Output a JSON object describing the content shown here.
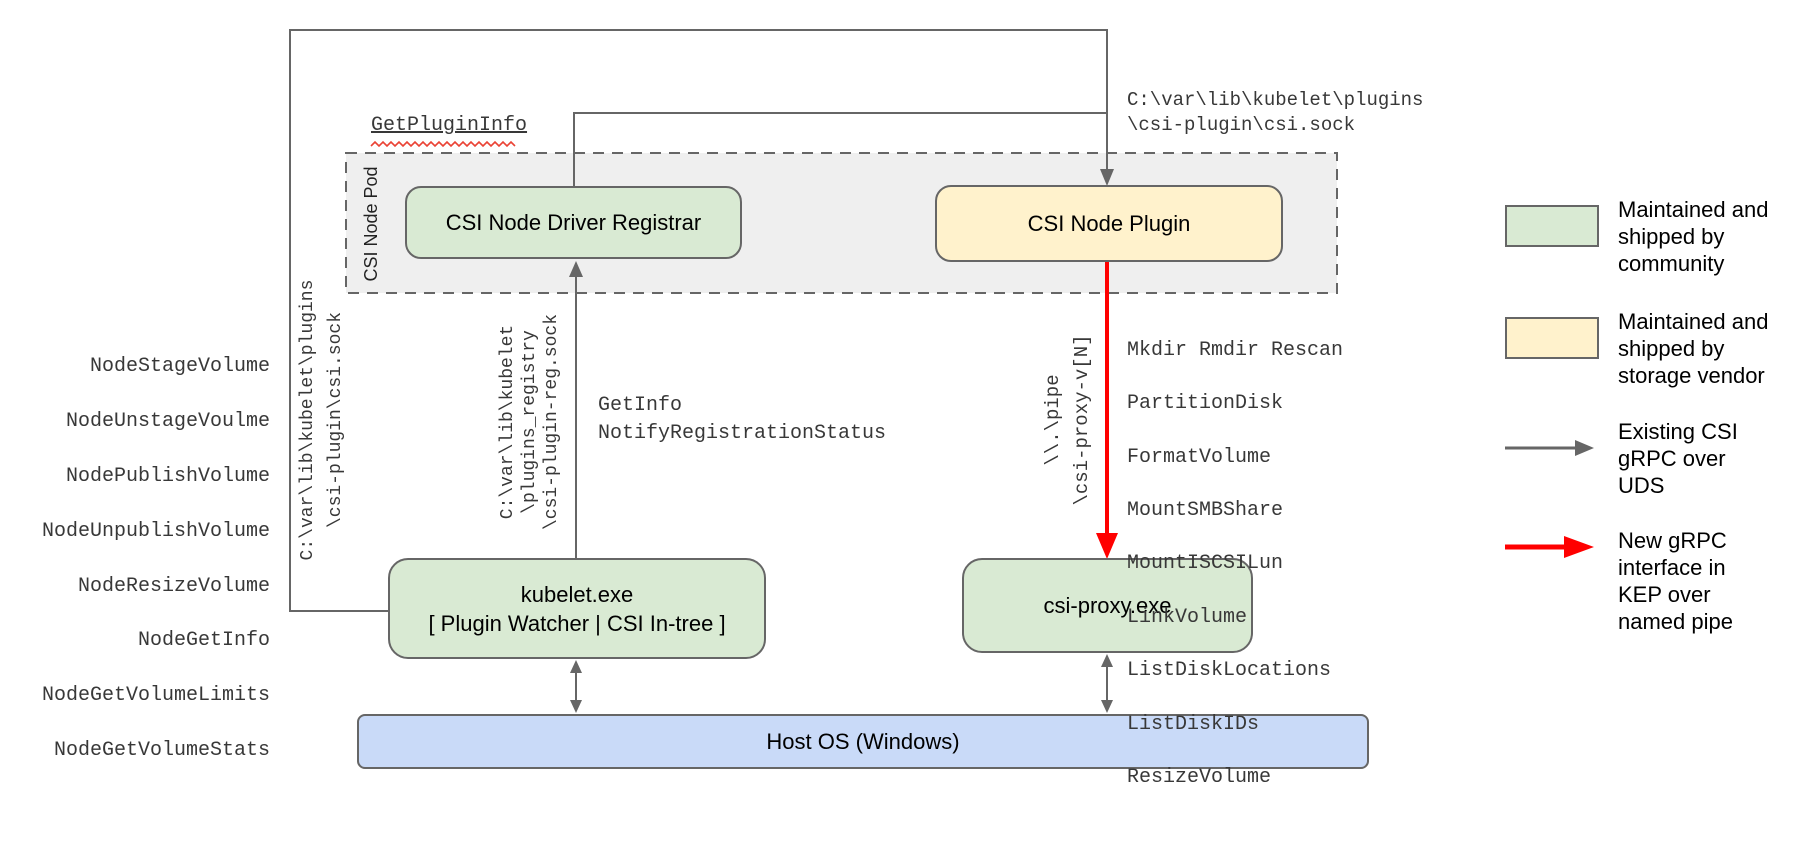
{
  "diagram": {
    "pod": {
      "label": "CSI Node Pod"
    },
    "boxes": {
      "registrar": {
        "label": "CSI Node Driver Registrar"
      },
      "plugin": {
        "label": "CSI Node Plugin"
      },
      "kubelet": {
        "line1": "kubelet.exe",
        "line2": "[ Plugin Watcher | CSI In-tree ]"
      },
      "csi_proxy": {
        "label": "csi-proxy.exe"
      },
      "host_os": {
        "label": "Host OS (Windows)"
      }
    },
    "annotations": {
      "get_plugin_info": "GetPluginInfo",
      "csi_sock_right": "C:\\var\\lib\\kubelet\\plugins\n\\csi-plugin\\csi.sock",
      "csi_sock_left": "C:\\var\\lib\\kubelet\\plugins\n\\csi-plugin\\csi.sock",
      "registration_sock": "C:\\var\\lib\\kubelet\n\\plugins_registry\n\\csi-plugin-reg.sock",
      "registration_calls": "GetInfo\nNotifyRegistrationStatus",
      "named_pipe": "\\\\.\\pipe\n\\csi-proxy-v[N]",
      "node_calls": {
        "items": [
          "NodeStageVolume",
          "NodeUnstageVoulme",
          "NodePublishVolume",
          "NodeUnpublishVolume",
          "NodeResizeVolume",
          "NodeGetInfo",
          "NodeGetVolumeLimits",
          "NodeGetVolumeStats"
        ]
      },
      "proxy_calls": {
        "items": [
          "Mkdir Rmdir Rescan",
          "PartitionDisk",
          "FormatVolume",
          "MountSMBShare",
          "MountISCSILun",
          "LinkVolume",
          "ListDiskLocations",
          "ListDiskIDs",
          "ResizeVolume"
        ]
      }
    },
    "legend": [
      {
        "swatch": "community-green",
        "text": "Maintained and\nshipped by\ncommunity"
      },
      {
        "swatch": "vendor-yellow",
        "text": "Maintained and\nshipped by\nstorage vendor"
      },
      {
        "swatch": "gray-arrow",
        "text": "Existing CSI\ngRPC over\nUDS"
      },
      {
        "swatch": "red-arrow",
        "text": "New gRPC\ninterface in\nKEP over\nnamed pipe"
      }
    ],
    "colors": {
      "community_fill": "#d9ead3",
      "vendor_fill": "#fff2cc",
      "host_fill": "#c9daf8",
      "pod_fill": "#efefef",
      "line": "#666666",
      "new_rpc_red": "#ff0000",
      "squiggle_red": "#ea4335"
    }
  }
}
